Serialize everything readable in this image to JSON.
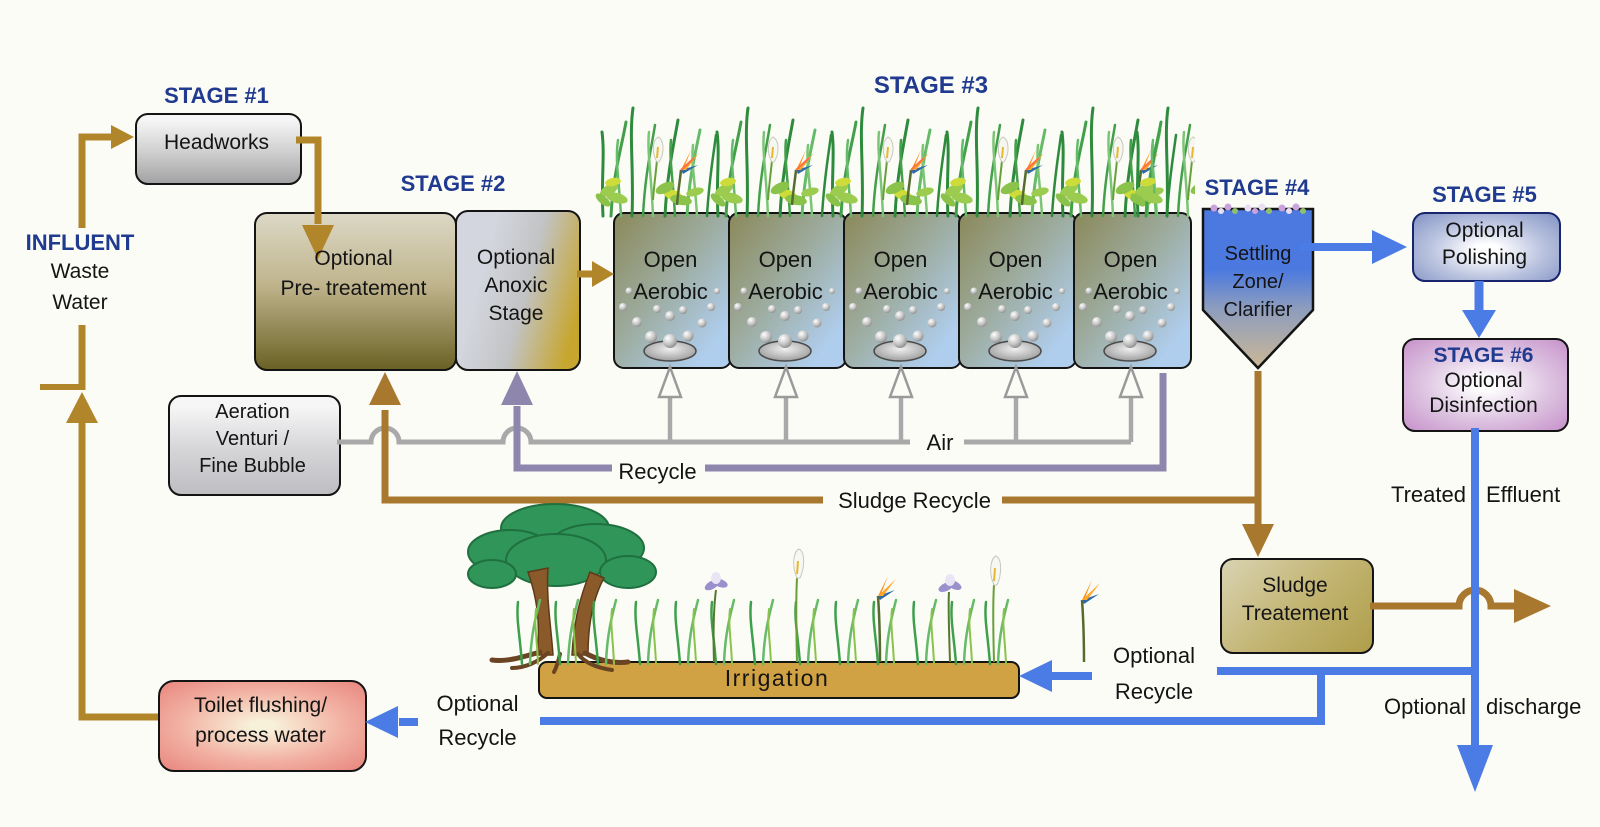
{
  "colors": {
    "gold": "#B1862B",
    "sludge_gold": "#A8782F",
    "blue": "#4B7BE5",
    "purple": "#8F86AE",
    "air_gray": "#A9A9A9",
    "navy_text": "#1F3A8F",
    "irrigation_fill": "#D1A243"
  },
  "stage1": {
    "label": "STAGE #1",
    "box": "Headworks"
  },
  "influent": {
    "title": "INFLUENT",
    "line1": "Waste",
    "line2": "Water"
  },
  "stage2": {
    "label": "STAGE #2",
    "pre_line1": "Optional",
    "pre_line2": "Pre- treatement",
    "anoxic_line1": "Optional",
    "anoxic_line2": "Anoxic",
    "anoxic_line3": "Stage"
  },
  "stage3": {
    "label": "STAGE #3",
    "tank_line1": "Open",
    "tank_line2": "Aerobic"
  },
  "stage4": {
    "label": "STAGE #4",
    "line1": "Settling",
    "line2": "Zone/",
    "line3": "Clarifier"
  },
  "stage5": {
    "label": "STAGE #5",
    "line1": "Optional",
    "line2": "Polishing"
  },
  "stage6": {
    "label": "STAGE #6",
    "line1": "Optional",
    "line2": "Disinfection"
  },
  "aeration": {
    "line1": "Aeration",
    "line2": "Venturi /",
    "line3": "Fine Bubble"
  },
  "labels": {
    "air": "Air",
    "recycle": "Recycle",
    "sludge_recycle": "Sludge Recycle",
    "treated_word1": "Treated",
    "treated_word2": "Effluent",
    "discharge_word1": "Optional",
    "discharge_word2": "discharge"
  },
  "optional_recycle_right": {
    "line1": "Optional",
    "line2": "Recycle"
  },
  "optional_recycle_left": {
    "line1": "Optional",
    "line2": "Recycle"
  },
  "sludge_box": {
    "line1": "Sludge",
    "line2": "Treatement"
  },
  "irrigation_label": "Irrigation",
  "toilet_box": {
    "line1": "Toilet flushing/",
    "line2": "process water"
  }
}
